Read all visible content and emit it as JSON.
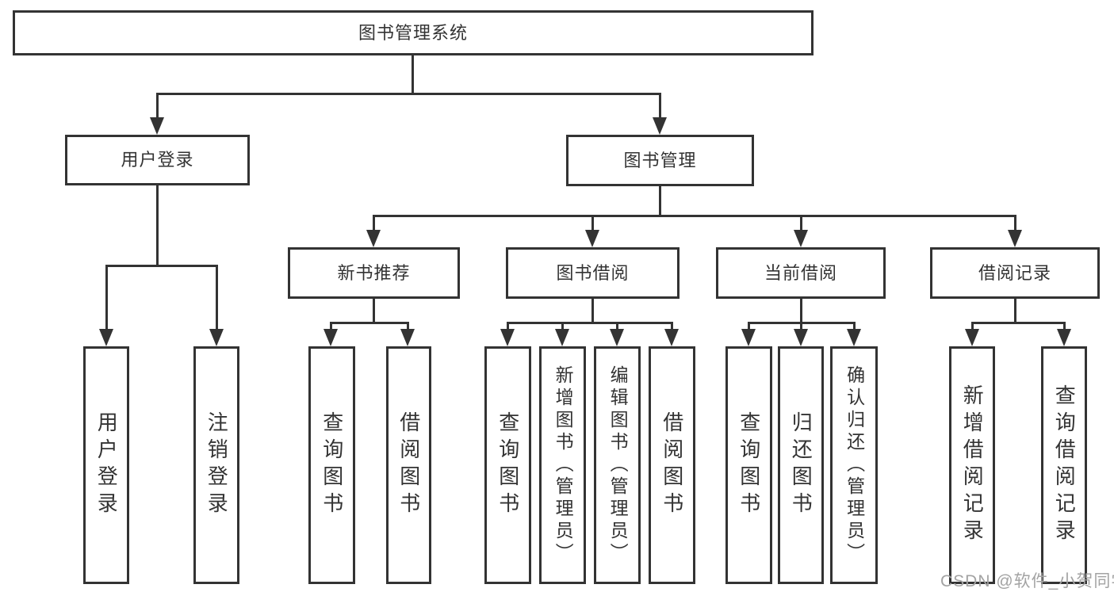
{
  "diagram": {
    "root": {
      "label": "图书管理系统"
    },
    "branches": [
      {
        "label": "用户登录",
        "children": [
          {
            "label": "用户登录"
          },
          {
            "label": "注销登录"
          }
        ]
      },
      {
        "label": "图书管理",
        "children": [
          {
            "label": "新书推荐",
            "children": [
              {
                "label": "查询图书"
              },
              {
                "label": "借阅图书"
              }
            ]
          },
          {
            "label": "图书借阅",
            "children": [
              {
                "label": "查询图书"
              },
              {
                "label": "新增图书（管理员）"
              },
              {
                "label": "编辑图书（管理员）"
              },
              {
                "label": "借阅图书"
              }
            ]
          },
          {
            "label": "当前借阅",
            "children": [
              {
                "label": "查询图书"
              },
              {
                "label": "归还图书"
              },
              {
                "label": "确认归还（管理员）"
              }
            ]
          },
          {
            "label": "借阅记录",
            "children": [
              {
                "label": "新增借阅记录"
              },
              {
                "label": "查询借阅记录"
              }
            ]
          }
        ]
      }
    ]
  },
  "watermark": {
    "text": "CSDN @软件_小贺同学"
  },
  "colors": {
    "line": "#333333",
    "text": "#333333",
    "watermark": "#a3a3a3",
    "background": "#ffffff"
  }
}
